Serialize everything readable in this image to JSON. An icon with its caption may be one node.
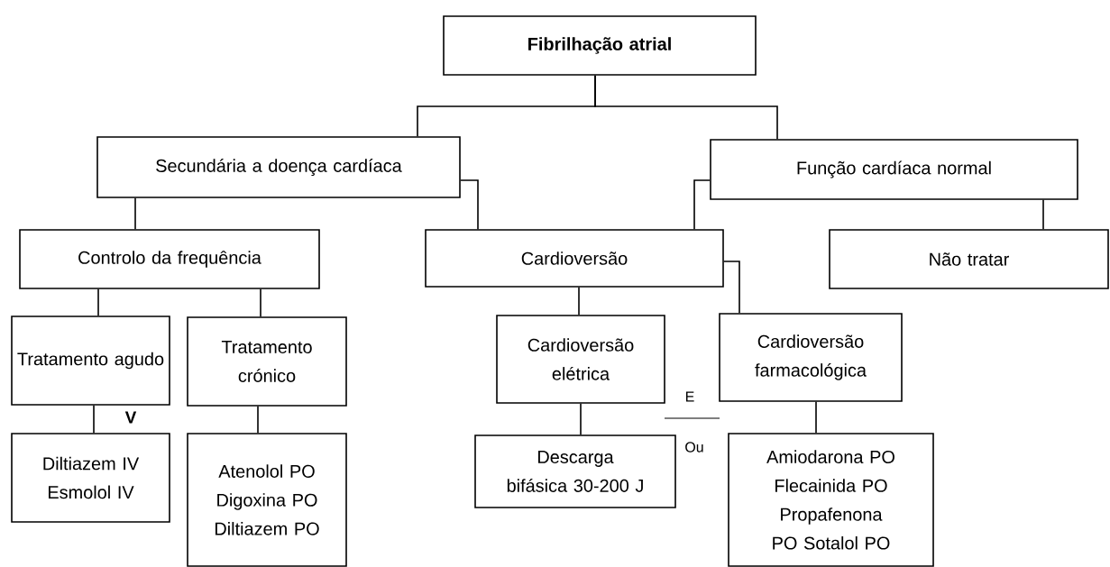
{
  "diagram": {
    "nodes": [
      {
        "text": [
          "Fibrilhação atrial"
        ]
      },
      {
        "text": [
          "Secundária a doença cardíaca"
        ]
      },
      {
        "text": [
          "Função cardíaca normal"
        ]
      },
      {
        "text": [
          "Controlo da frequência"
        ]
      },
      {
        "text": [
          "Cardioversão"
        ]
      },
      {
        "text": [
          "Não tratar"
        ]
      },
      {
        "text": [
          "Tratamento agudo"
        ]
      },
      {
        "text": [
          "Tratamento crónico"
        ]
      },
      {
        "text": [
          "Cardioversão elétrica"
        ]
      },
      {
        "text": [
          "Cardioversão farmacológica"
        ]
      },
      {
        "text": [
          "Diltiazem IV Esmolol IV"
        ]
      },
      {
        "text": [
          "Atenolol PO Digoxina PO Diltiazem PO"
        ]
      },
      {
        "text": [
          "Descarga bifásica 30-200 J"
        ]
      },
      {
        "text": [
          "Amiodarona PO Flecainida PO Propafenona PO Sotalol PO"
        ]
      }
    ],
    "edges": [
      {
        "from": 0,
        "to": 1,
        "arrow": "none"
      },
      {
        "from": 0,
        "to": 2,
        "arrow": "none"
      },
      {
        "from": 1,
        "to": 3,
        "arrow": "none"
      },
      {
        "from": 1,
        "to": 4,
        "arrow": "none"
      },
      {
        "from": 2,
        "to": 4,
        "arrow": "none"
      },
      {
        "from": 2,
        "to": 5,
        "arrow": "none"
      },
      {
        "from": 3,
        "to": 6,
        "arrow": "none"
      },
      {
        "from": 3,
        "to": 7,
        "arrow": "none"
      },
      {
        "from": 4,
        "to": 8,
        "arrow": "none"
      },
      {
        "from": 4,
        "to": 9,
        "arrow": "none"
      },
      {
        "from": 6,
        "to": 10,
        "arrow": "none"
      },
      {
        "from": 7,
        "to": 11,
        "arrow": "none"
      },
      {
        "from": 8,
        "to": 12,
        "arrow": "none"
      },
      {
        "from": 9,
        "to": 13,
        "arrow": "none"
      }
    ],
    "labels": [
      "V",
      "E",
      "Ou"
    ]
  }
}
